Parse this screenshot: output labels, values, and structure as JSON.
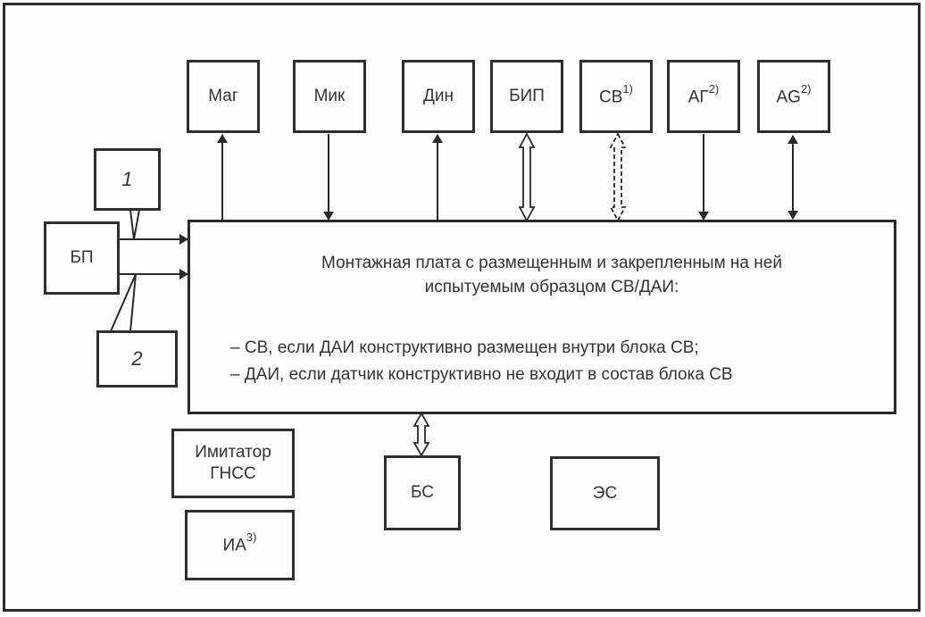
{
  "diagram": {
    "top_blocks": [
      {
        "id": "mag",
        "label": "Маг",
        "sup": ""
      },
      {
        "id": "mik",
        "label": "Мик",
        "sup": ""
      },
      {
        "id": "din",
        "label": "Дин",
        "sup": ""
      },
      {
        "id": "bip",
        "label": "БИП",
        "sup": ""
      },
      {
        "id": "sv",
        "label": "СВ",
        "sup": "1)"
      },
      {
        "id": "ag-ru",
        "label": "АГ",
        "sup": "2)"
      },
      {
        "id": "ag-en",
        "label": "AG",
        "sup": "2)"
      }
    ],
    "power_supply": {
      "label": "БП"
    },
    "block_1": {
      "label": "1"
    },
    "block_2": {
      "label": "2"
    },
    "board": {
      "title_line1": "Монтажная плата с размещенным и закрепленным на ней",
      "title_line2": "испытуемым образцом СВ/ДАИ:",
      "item1": "– СВ, если ДАИ конструктивно размещен внутри блока СВ;",
      "item2": "– ДАИ, если датчик конструктивно не входит в состав блока СВ"
    },
    "gnss_simulator": {
      "line1": "Имитатор",
      "line2": "ГНСС"
    },
    "ia": {
      "label": "ИА",
      "sup": "3)"
    },
    "bs": {
      "label": "БС"
    },
    "es": {
      "label": "ЭС"
    },
    "connections": [
      {
        "from": "board",
        "to": "mag",
        "type": "arrow-up"
      },
      {
        "from": "mik",
        "to": "board",
        "type": "arrow-down"
      },
      {
        "from": "board",
        "to": "din",
        "type": "arrow-up"
      },
      {
        "from": "bip",
        "to": "board",
        "type": "hollow-bidirectional"
      },
      {
        "from": "sv",
        "to": "board",
        "type": "dashed-hollow-bidirectional"
      },
      {
        "from": "ag-ru",
        "to": "board",
        "type": "arrow-down"
      },
      {
        "from": "ag-en",
        "to": "board",
        "type": "bidirectional"
      },
      {
        "from": "power_supply",
        "to": "board",
        "type": "arrow-right",
        "count": 2
      },
      {
        "from": "block_1",
        "to": "power_supply-line-1",
        "type": "v-link"
      },
      {
        "from": "block_2",
        "to": "power_supply-line-2",
        "type": "v-link"
      },
      {
        "from": "board",
        "to": "bs",
        "type": "hollow-bidirectional"
      }
    ]
  }
}
